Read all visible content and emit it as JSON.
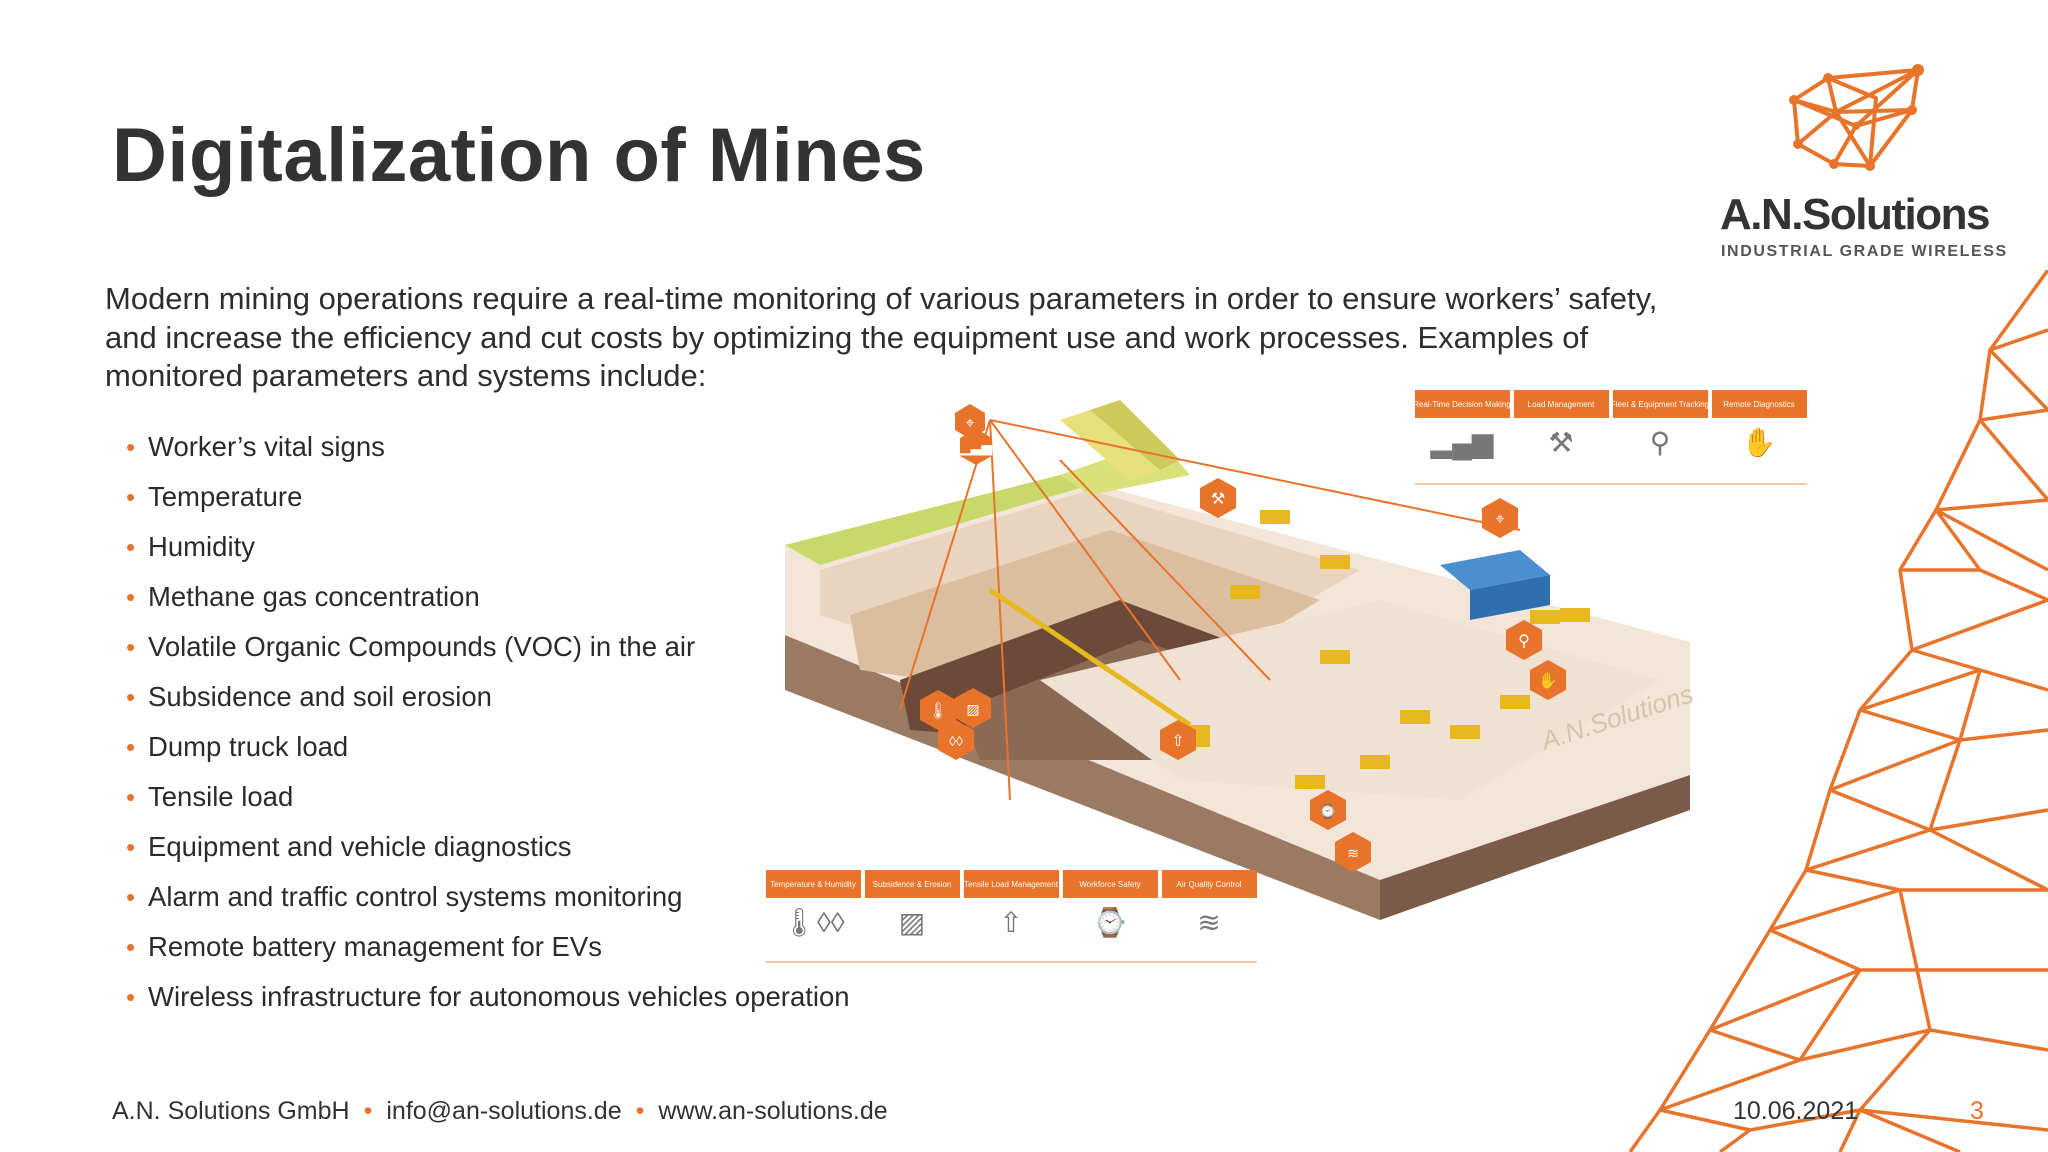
{
  "title": "Digitalization of Mines",
  "intro": "Modern mining operations require a real-time monitoring of various parameters in order to ensure workers’ safety, and increase the efficiency and cut costs by optimizing the equipment use and work processes. Examples of monitored parameters and systems include:",
  "bullets": [
    "Worker’s vital signs",
    "Temperature",
    "Humidity",
    "Methane gas concentration",
    "Volatile Organic Compounds (VOC) in the air",
    "Subsidence and soil erosion",
    "Dump truck load",
    "Tensile load",
    "Equipment and vehicle diagnostics",
    "Alarm and traffic control systems monitoring",
    "Remote battery management for EVs",
    "Wireless infrastructure for autonomous vehicles operation"
  ],
  "logo": {
    "name": "A.N.Solutions",
    "tagline": "INDUSTRIAL GRADE WIRELESS"
  },
  "illustration": {
    "top_labels": [
      "Real-Time Decision Making",
      "Load Management",
      "Fleet & Equipment Tracking",
      "Remote Diagnostics"
    ],
    "bottom_labels": [
      "Temperature & Humidity",
      "Subsidence & Erosion",
      "Tensile Load Management",
      "Workforce Safety",
      "Air Quality Control"
    ],
    "watermark": "A.N.Solutions",
    "icons": [
      "antenna-icon",
      "chart-icon",
      "dumbbell-icon",
      "location-pin-icon",
      "wrench-hand-icon",
      "thermometer-icon",
      "droplets-icon",
      "erosion-icon",
      "tensile-icon",
      "smartwatch-icon",
      "air-quality-icon"
    ]
  },
  "footer": {
    "company": "A.N. Solutions GmbH",
    "email": "info@an-solutions.de",
    "website": "www.an-solutions.de",
    "date": "10.06.2021",
    "page": "3"
  },
  "colors": {
    "accent": "#e8732a",
    "title": "#333333",
    "text": "#2b2b2b"
  }
}
